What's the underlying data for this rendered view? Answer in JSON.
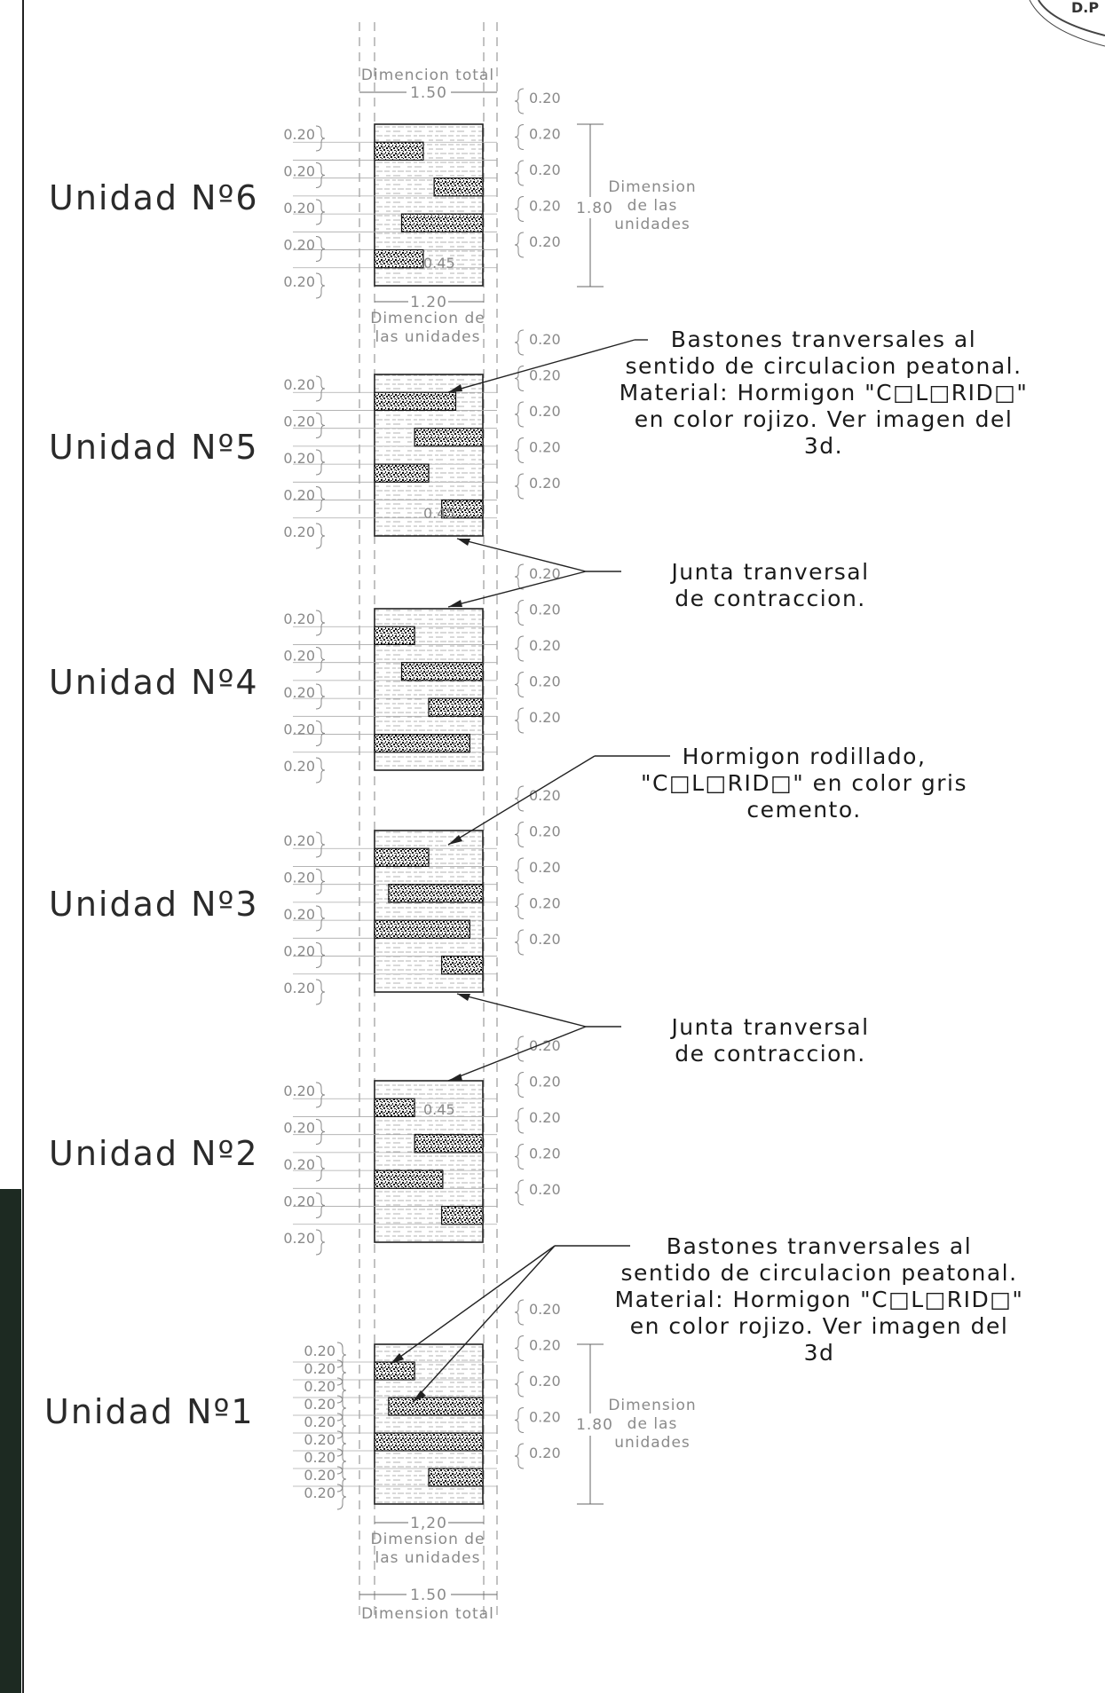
{
  "dimensions": {
    "total_width_top": "1.50",
    "total_label_top": "Dimencion total",
    "unit_width_top": "1.20",
    "unit_label_top_1": "Dimencion de",
    "unit_label_top_2": "las unidades",
    "unit_height_top": "1.80",
    "unit_height_label_top_1": "Dimension",
    "unit_height_label_top_2": "de las",
    "unit_height_label_top_3": "unidades",
    "unit_height_bottom": "1.80",
    "unit_height_label_bottom_1": "Dimension",
    "unit_height_label_bottom_2": "de las",
    "unit_height_label_bottom_3": "unidades",
    "unit_width_bottom": "1,20",
    "unit_label_bottom_1": "Dimension de",
    "unit_label_bottom_2": "las unidades",
    "total_width_bottom": "1.50",
    "total_label_bottom": "Dimension total",
    "spacing_value": "0.20",
    "inner_value": "0.45"
  },
  "units": [
    {
      "label": "Unidad Nº6",
      "bars": [
        [
          0.0,
          0.45
        ],
        [
          0.55,
          1.0
        ],
        [
          0.25,
          1.0
        ],
        [
          0.0,
          0.45
        ]
      ]
    },
    {
      "label": "Unidad Nº5",
      "bars": [
        [
          0.0,
          0.75
        ],
        [
          0.37,
          1.0
        ],
        [
          0.0,
          0.5
        ],
        [
          0.62,
          1.0
        ]
      ]
    },
    {
      "label": "Unidad Nº4",
      "bars": [
        [
          0.0,
          0.37
        ],
        [
          0.25,
          1.0
        ],
        [
          0.5,
          1.0
        ],
        [
          0.0,
          0.88
        ]
      ]
    },
    {
      "label": "Unidad Nº3",
      "bars": [
        [
          0.0,
          0.5
        ],
        [
          0.13,
          1.0
        ],
        [
          0.0,
          0.88
        ],
        [
          0.62,
          1.0
        ]
      ]
    },
    {
      "label": "Unidad Nº2",
      "bars": [
        [
          0.0,
          0.37
        ],
        [
          0.37,
          1.0
        ],
        [
          0.0,
          0.63
        ],
        [
          0.62,
          1.0
        ]
      ]
    },
    {
      "label": "Unidad Nº1",
      "bars": [
        [
          0.0,
          0.37
        ],
        [
          0.13,
          1.0
        ],
        [
          0.0,
          1.0
        ],
        [
          0.5,
          1.0
        ]
      ]
    }
  ],
  "notes": {
    "bastones_top": [
      "Bastones tranversales al",
      "sentido de circulacion peatonal.",
      "Material: Hormigon \"C□L□RID□\"",
      "en color rojizo. Ver imagen del",
      "3d."
    ],
    "junta_1": [
      "Junta tranversal",
      "de contraccion."
    ],
    "hormigon": [
      "Hormigon rodillado,",
      "\"C□L□RID□\" en color gris",
      "cemento."
    ],
    "junta_2": [
      "Junta tranversal",
      "de contraccion."
    ],
    "bastones_bottom": [
      "Bastones tranversales al",
      "sentido de circulacion peatonal.",
      "Material: Hormigon \"C□L□RID□\"",
      "en color rojizo. Ver imagen del",
      "3d"
    ]
  },
  "stamp_text": "D.P"
}
